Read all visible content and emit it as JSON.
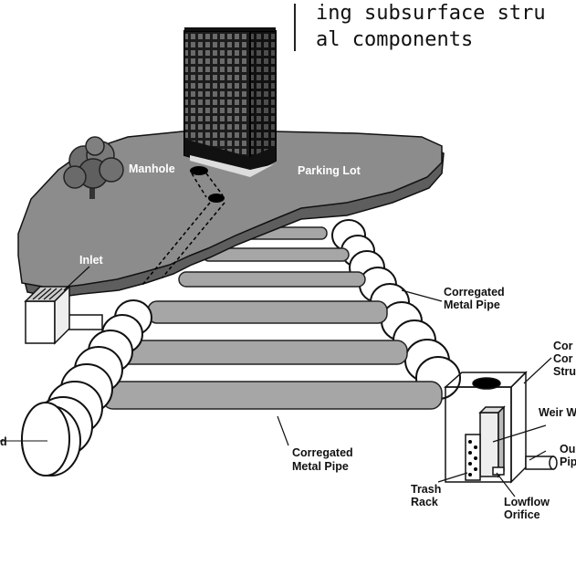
{
  "caption": {
    "line1": "ing subsurface stru",
    "line2": "al components"
  },
  "labels": {
    "manhole": "Manhole",
    "parking_lot": "Parking Lot",
    "inlet": "Inlet",
    "pipe_right_1": "Corregated",
    "pipe_right_2": "Metal Pipe",
    "pipe_bottom_1": "Corregated",
    "pipe_bottom_2": "Metal Pipe",
    "control_1": "Cor",
    "control_2": "Cor",
    "control_3": "Stru",
    "weir": "Weir W",
    "outlet_1": "Ou",
    "outlet_2": "Pip",
    "trash_1": "Trash",
    "trash_2": "Rack",
    "lowflow_1": "Lowflow",
    "lowflow_2": "Orifice",
    "end_cap": "d"
  },
  "colors": {
    "ground": "#8c8c8c",
    "ground_edge": "#5e5e5e",
    "pipe_fill": "#a6a6a6",
    "pipe_rings": "#ffffff",
    "building": "#2a2a2a"
  }
}
